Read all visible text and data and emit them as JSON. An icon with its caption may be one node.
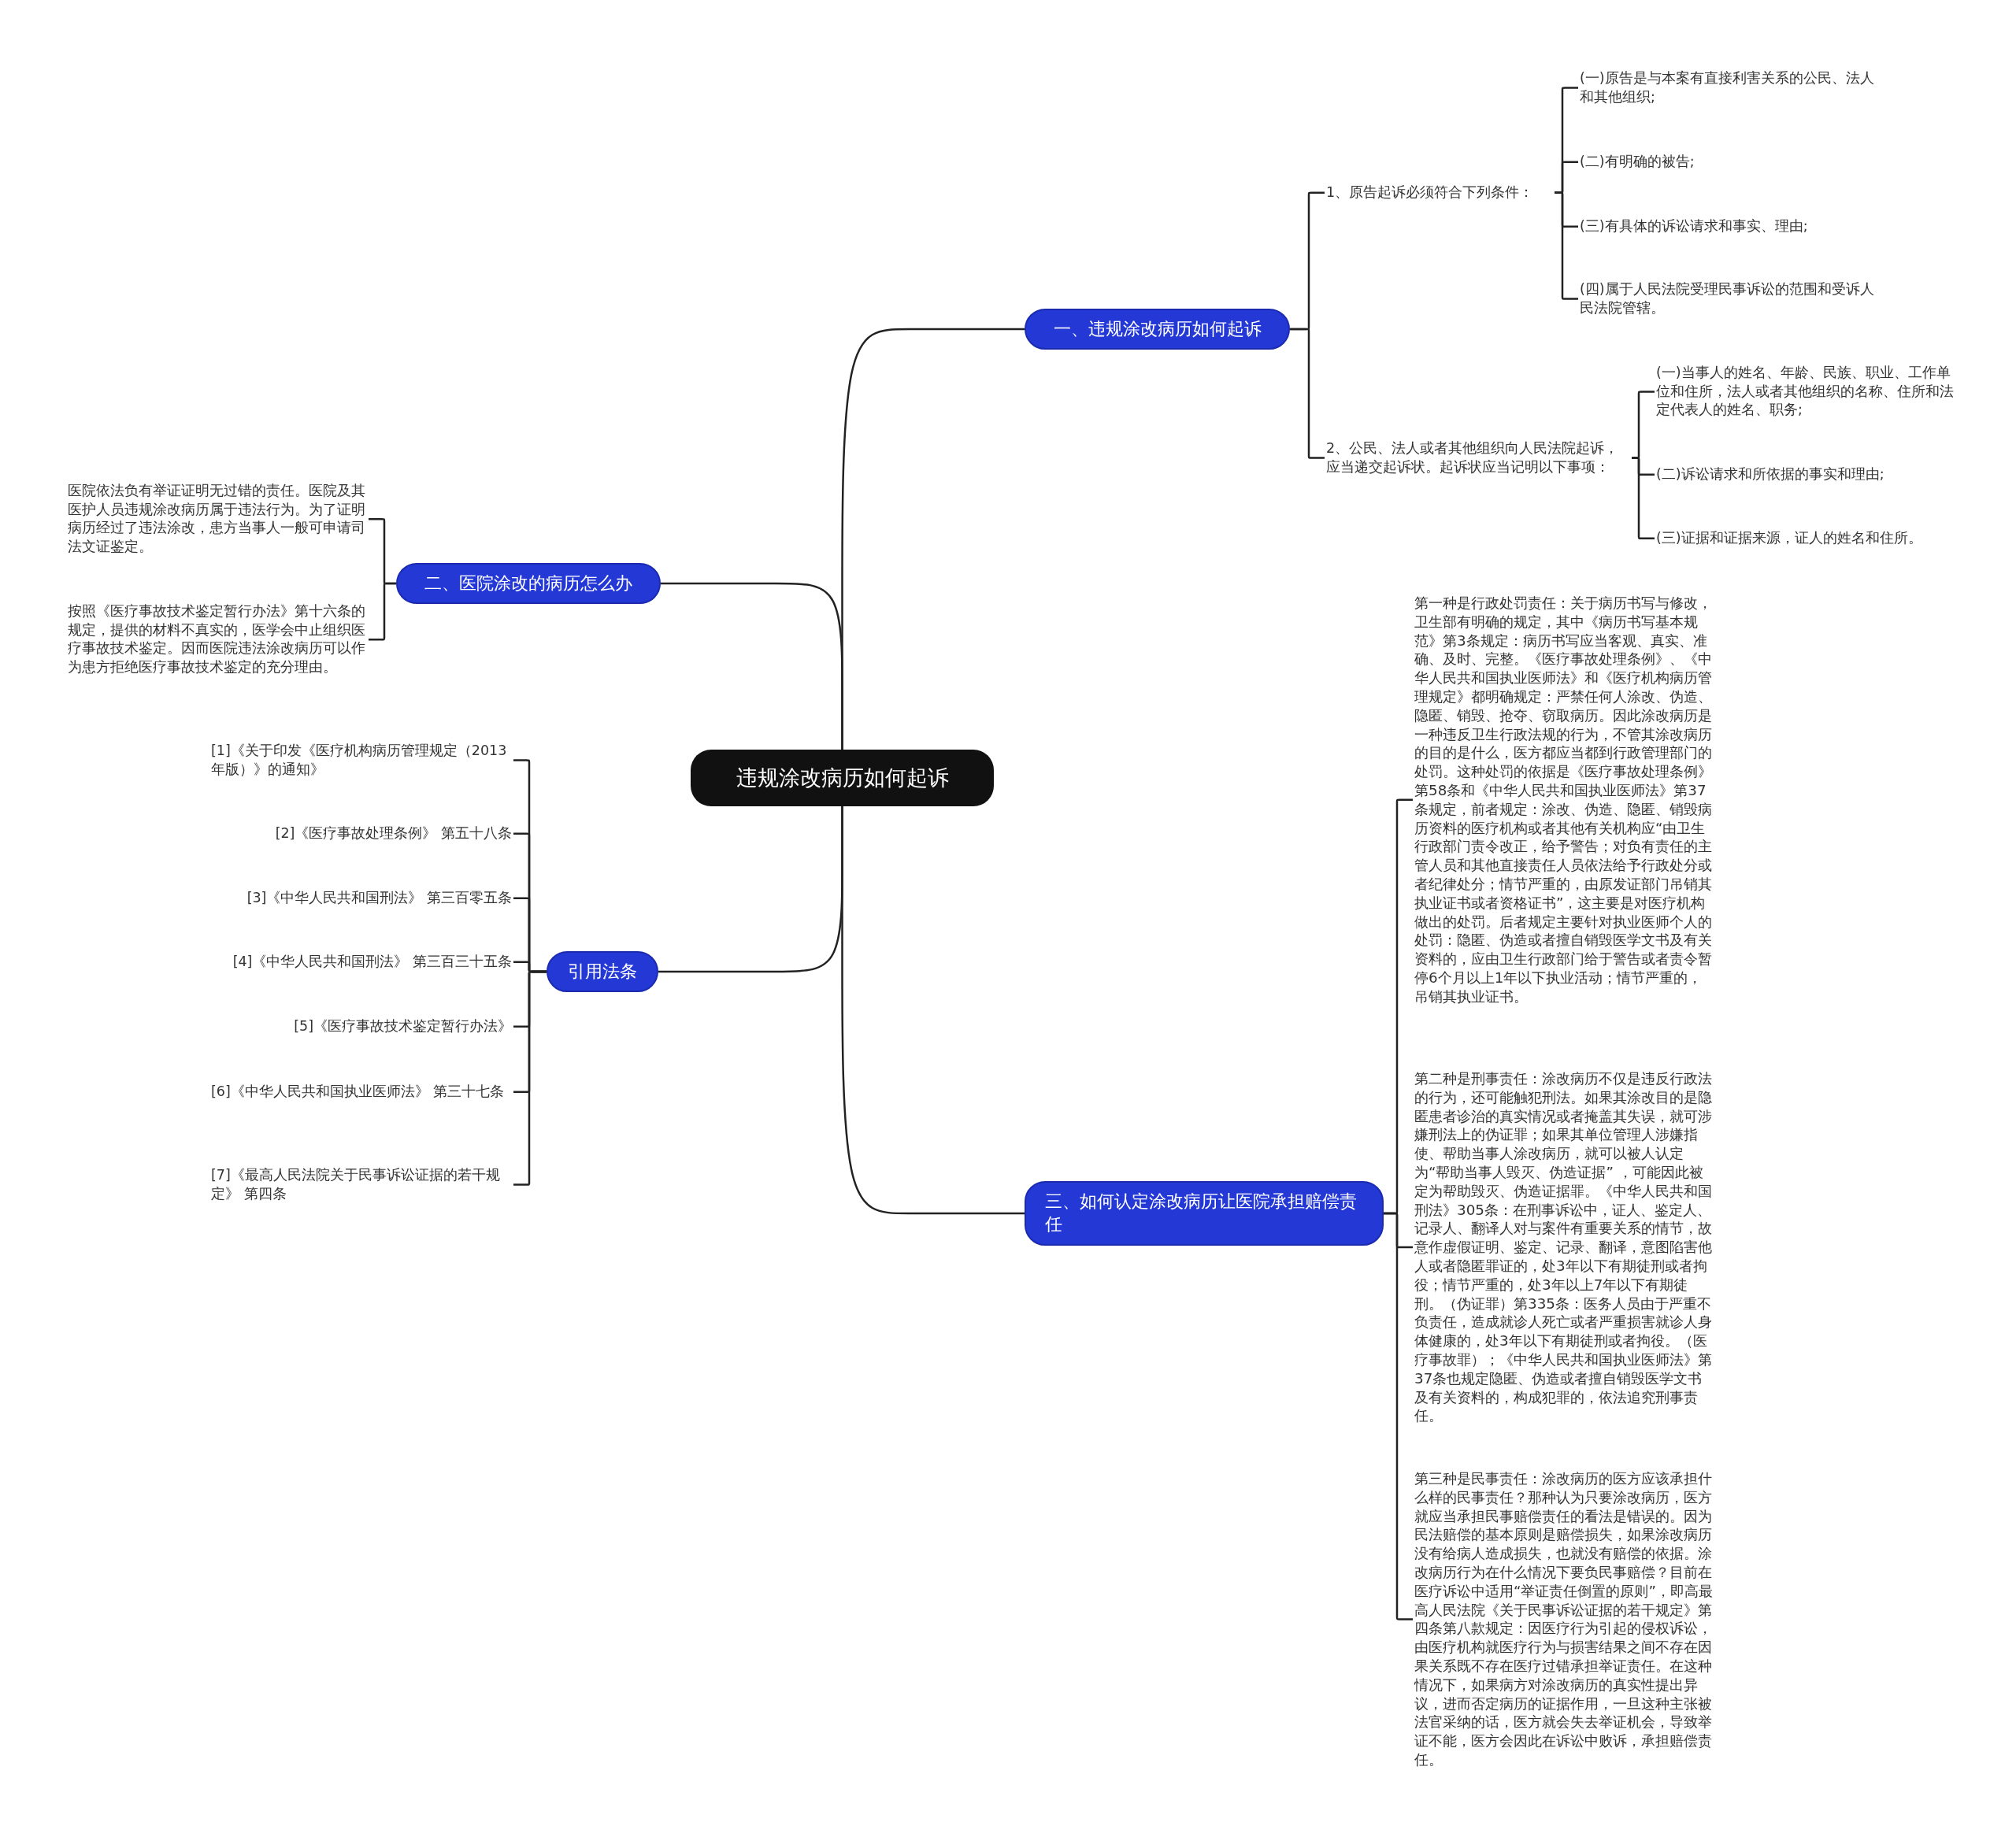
{
  "diagram": {
    "nodes": [
      {
        "text": [
          "违规涂改病历如何起诉"
        ]
      },
      {
        "text": [
          "一、违规涂改病历如何起诉"
        ]
      },
      {
        "text": [
          "1、原告起诉必须符合下列条件："
        ]
      },
      {
        "text": [
          "(一)原告是与本案有直接利害关系的公民、法人和其他组织;"
        ]
      },
      {
        "text": [
          "(二)有明确的被告;"
        ]
      },
      {
        "text": [
          "(三)有具体的诉讼请求和事实、理由;"
        ]
      },
      {
        "text": [
          "(四)属于人民法院受理民事诉讼的范围和受诉人民法院管辖。"
        ]
      },
      {
        "text": [
          "2、公民、法人或者其他组织向人民法院起诉，应当递交起诉状。起诉状应当记明以下事项："
        ]
      },
      {
        "text": [
          "(一)当事人的姓名、年龄、民族、职业、工作单位和住所，法人或者其他组织的名称、住所和法定代表人的姓名、职务;"
        ]
      },
      {
        "text": [
          "(二)诉讼请求和所依据的事实和理由;"
        ]
      },
      {
        "text": [
          "(三)证据和证据来源，证人的姓名和住所。"
        ]
      },
      {
        "text": [
          "二、医院涂改的病历怎么办"
        ]
      },
      {
        "text": [
          "医院依法负有举证证明无过错的责任。医院及其医护人员违规涂改病历属于违法行为。为了证明病历经过了违法涂改，患方当事人一般可申请司法文证鉴定。"
        ]
      },
      {
        "text": [
          "按照《医疗事故技术鉴定暂行办法》第十六条的规定，提供的材料不真实的，医学会中止组织医疗事故技术鉴定。因而医院违法涂改病历可以作为患方拒绝医疗事故技术鉴定的充分理由。"
        ]
      },
      {
        "text": [
          "引用法条"
        ]
      },
      {
        "text": [
          "[1]《关于印发《医疗机构病历管理规定（2013年版）》的通知》"
        ]
      },
      {
        "text": [
          "[2]《医疗事故处理条例》 第五十八条"
        ]
      },
      {
        "text": [
          "[3]《中华人民共和国刑法》 第三百零五条"
        ]
      },
      {
        "text": [
          "[4]《中华人民共和国刑法》 第三百三十五条"
        ]
      },
      {
        "text": [
          "[5]《医疗事故技术鉴定暂行办法》"
        ]
      },
      {
        "text": [
          "[6]《中华人民共和国执业医师法》 第三十七条"
        ]
      },
      {
        "text": [
          "[7]《最高人民法院关于民事诉讼证据的若干规定》 第四条"
        ]
      },
      {
        "text": [
          "三、如何认定涂改病历让医院承担赔偿责任"
        ]
      },
      {
        "text": [
          "第一种是行政处罚责任：关于病历书写与修改，卫生部有明确的规定，其中《病历书写基本规范》第3条规定：病历书写应当客观、真实、准确、及时、完整。《医疗事故处理条例》、《中华人民共和国执业医师法》和《医疗机构病历管理规定》都明确规定：严禁任何人涂改、伪造、隐匿、销毁、抢夺、窃取病历。因此涂改病历是一种违反卫生行政法规的行为，不管其涂改病历的目的是什么，医方都应当都到行政管理部门的处罚。这种处罚的依据是《医疗事故处理条例》第58条和《中华人民共和国执业医师法》第37条规定，前者规定：涂改、伪造、隐匿、销毁病历资料的医疗机构或者其他有关机构应“由卫生行政部门责令改正，给予警告；对负有责任的主管人员和其他直接责任人员依法给予行政处分或者纪律处分；情节严重的，由原发证部门吊销其执业证书或者资格证书”，这主要是对医疗机构做出的处罚。后者规定主要针对执业医师个人的处罚：隐匿、伪造或者擅自销毁医学文书及有关资料的，应由卫生行政部门给于警告或者责令暂停6个月以上1年以下执业活动；情节严重的，吊销其执业证书。"
        ]
      },
      {
        "text": [
          "第二种是刑事责任：涂改病历不仅是违反行政法的行为，还可能触犯刑法。如果其涂改目的是隐匿患者诊治的真实情况或者掩盖其失误，就可涉嫌刑法上的伪证罪；如果其单位管理人涉嫌指使、帮助当事人涂改病历，就可以被人认定为“帮助当事人毁灭、伪造证据” ，可能因此被定为帮助毁灭、伪造证据罪。《中华人民共和国刑法》305条：在刑事诉讼中，证人、鉴定人、记录人、翻译人对与案件有重要关系的情节，故意作虚假证明、鉴定、记录、翻译，意图陷害他人或者隐匿罪证的，处3年以下有期徒刑或者拘役；情节严重的，处3年以上7年以下有期徒刑。（伪证罪）第335条：医务人员由于严重不负责任，造成就诊人死亡或者严重损害就诊人身体健康的，处3年以下有期徒刑或者拘役。（医疗事故罪）；《中华人民共和国执业医师法》第37条也规定隐匿、伪造或者擅自销毁医学文书及有关资料的，构成犯罪的，依法追究刑事责任。"
        ]
      },
      {
        "text": [
          "第三种是民事责任：涂改病历的医方应该承担什么样的民事责任？那种认为只要涂改病历，医方就应当承担民事赔偿责任的看法是错误的。因为民法赔偿的基本原则是赔偿损失，如果涂改病历没有给病人造成损失，也就没有赔偿的依据。涂改病历行为在什么情况下要负民事赔偿？目前在医疗诉讼中适用“举证责任倒置的原则”，即高最高人民法院《关于民事诉讼证据的若干规定》第四条第八款规定：因医疗行为引起的侵权诉讼，由医疗机构就医疗行为与损害结果之间不存在因果关系既不存在医疗过错承担举证责任。在这种情况下，如果病方对涂改病历的真实性提出异议，进而否定病历的证据作用，一旦这种主张被法官采纳的话，医方就会失去举证机会，导致举证不能，医方会因此在诉讼中败诉，承担赔偿责任。"
        ]
      }
    ],
    "edges": [
      {
        "from": 0,
        "to": 1,
        "arrow": "none"
      },
      {
        "from": 1,
        "to": 2,
        "arrow": "none"
      },
      {
        "from": 2,
        "to": 3,
        "arrow": "none"
      },
      {
        "from": 2,
        "to": 4,
        "arrow": "none"
      },
      {
        "from": 2,
        "to": 5,
        "arrow": "none"
      },
      {
        "from": 2,
        "to": 6,
        "arrow": "none"
      },
      {
        "from": 1,
        "to": 7,
        "arrow": "none"
      },
      {
        "from": 7,
        "to": 8,
        "arrow": "none"
      },
      {
        "from": 7,
        "to": 9,
        "arrow": "none"
      },
      {
        "from": 7,
        "to": 10,
        "arrow": "none"
      },
      {
        "from": 0,
        "to": 11,
        "arrow": "none"
      },
      {
        "from": 11,
        "to": 12,
        "arrow": "none"
      },
      {
        "from": 11,
        "to": 13,
        "arrow": "none"
      },
      {
        "from": 0,
        "to": 14,
        "arrow": "none"
      },
      {
        "from": 14,
        "to": 15,
        "arrow": "none"
      },
      {
        "from": 14,
        "to": 16,
        "arrow": "none"
      },
      {
        "from": 14,
        "to": 17,
        "arrow": "none"
      },
      {
        "from": 14,
        "to": 18,
        "arrow": "none"
      },
      {
        "from": 14,
        "to": 19,
        "arrow": "none"
      },
      {
        "from": 14,
        "to": 20,
        "arrow": "none"
      },
      {
        "from": 14,
        "to": 21,
        "arrow": "none"
      },
      {
        "from": 0,
        "to": 22,
        "arrow": "none"
      },
      {
        "from": 22,
        "to": 23,
        "arrow": "none"
      },
      {
        "from": 22,
        "to": 24,
        "arrow": "none"
      },
      {
        "from": 22,
        "to": 25,
        "arrow": "none"
      }
    ]
  }
}
